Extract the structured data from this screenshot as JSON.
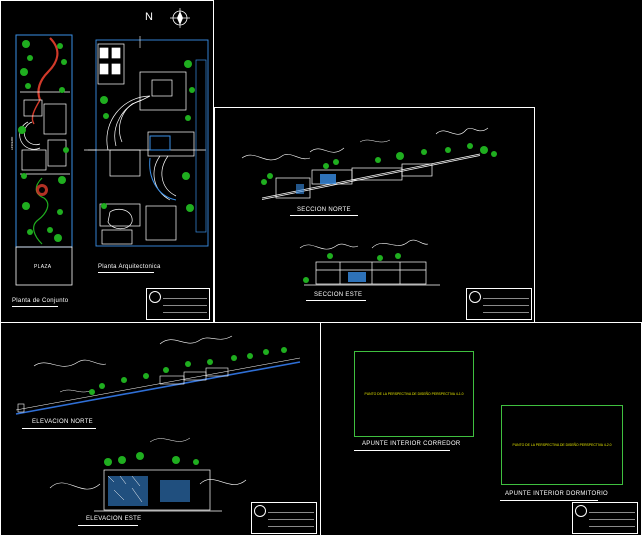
{
  "colors": {
    "background": "#000000",
    "frame": "#ffffff",
    "tree": "#1fae1f",
    "wall": "#ffffff",
    "glass": "#3a8fe6",
    "terrain": "#2f6fd6",
    "accent_red": "#d23a2a",
    "green_line": "#3fbf3f",
    "note_text": "#e6e600"
  },
  "icons": {
    "north": "north-arrow-icon",
    "logo": "title-block-logo-icon",
    "tree": "tree-icon"
  },
  "labels": {
    "north": "N",
    "plaza": "PLAZA",
    "planta_conjunto": "Planta de Conjunto",
    "planta_arquitectonica": "Planta Arquitectonica",
    "seccion_norte": "SECCION NORTE",
    "seccion_este": "SECCION ESTE",
    "elevacion_norte": "ELEVACION NORTE",
    "elevacion_este": "ELEVACION ESTE",
    "apunte_corredor": "APUNTE INTERIOR CORREDOR",
    "apunte_dormitorio": "APUNTE INTERIOR DORMITORIO"
  },
  "notes": {
    "corredor": "PUNTO DE LA PERSPECTIVA DE DISEÑO PERSPECTIVA 4-1.0",
    "dormitorio": "PUNTO DE LA PERSPECTIVA DE DISEÑO PERSPECTIVA 4-2.0"
  }
}
